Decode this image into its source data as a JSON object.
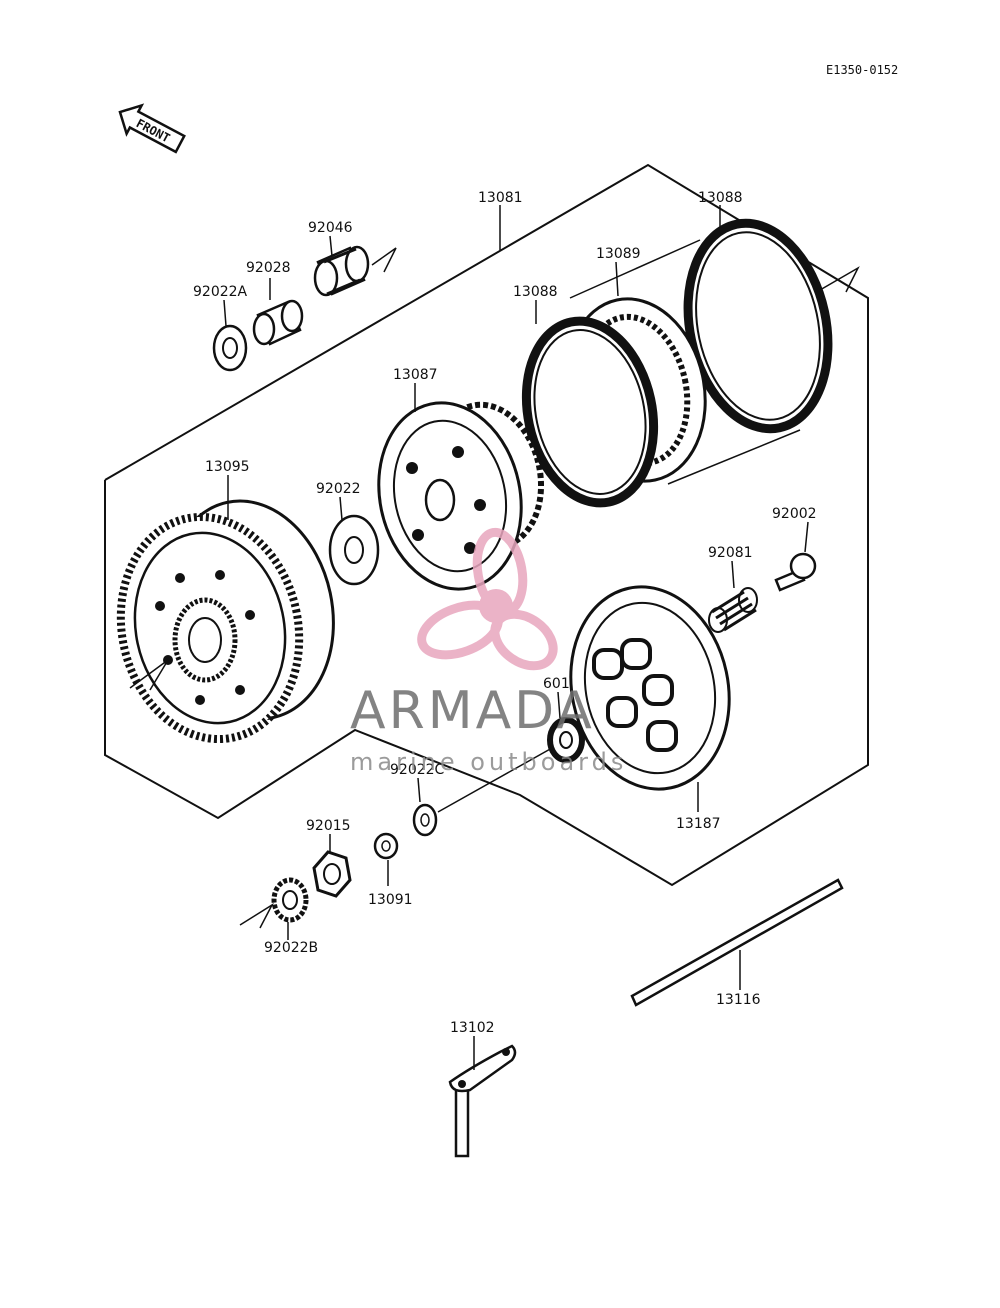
{
  "diagram": {
    "reference_code": "E1350-0152",
    "front_label": "FRONT",
    "parts": {
      "p13081": "13081",
      "p13088_top": "13088",
      "p13089": "13089",
      "p13088_mid": "13088",
      "p92046": "92046",
      "p92028": "92028",
      "p92022A": "92022A",
      "p13087": "13087",
      "p13095": "13095",
      "p92022": "92022",
      "p92002": "92002",
      "p92081": "92081",
      "p601": "601",
      "p92022C": "92022C",
      "p92015": "92015",
      "p13187": "13187",
      "p13091": "13091",
      "p92022B": "92022B",
      "p13116": "13116",
      "p13102": "13102"
    }
  },
  "watermark": {
    "brand": "ARMADA",
    "tagline": "marine outboards",
    "logo_color": "#e8a6be",
    "text_color": "#6e6e6e"
  }
}
